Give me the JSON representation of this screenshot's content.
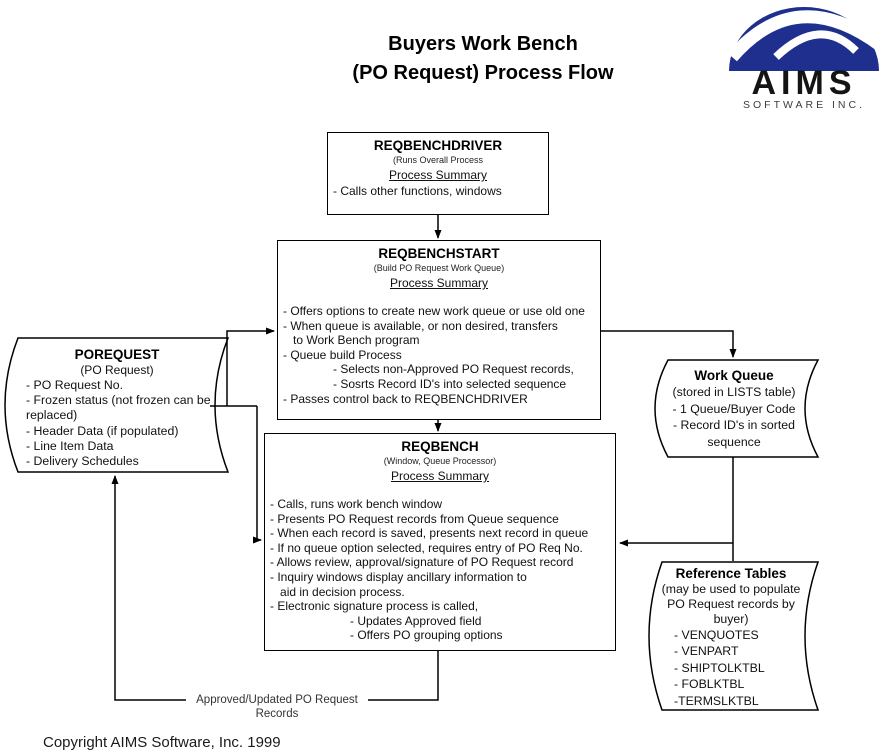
{
  "title": {
    "line1": "Buyers Work Bench",
    "line2": "(PO Request) Process Flow"
  },
  "logo": {
    "word": "AIMS",
    "tagline": "SOFTWARE INC.",
    "brand_color": "#1E2F8E"
  },
  "boxes": {
    "reqbenchdriver": {
      "title": "REQBENCHDRIVER",
      "subtitle": "(Runs Overall Process",
      "summary_label": "Process Summary",
      "lines": [
        "- Calls other functions, windows"
      ]
    },
    "reqbenchstart": {
      "title": "REQBENCHSTART",
      "subtitle": "(Build PO Request Work Queue)",
      "summary_label": "Process Summary",
      "lines": [
        "- Offers options to create new work queue or use old one",
        "- When queue is available, or non desired, transfers",
        "   to Work Bench program",
        "- Queue build Process",
        "               - Selects non-Approved PO Request records,",
        "               - Sosrts Record ID's into selected sequence",
        "- Passes control back to REQBENCHDRIVER"
      ]
    },
    "reqbench": {
      "title": "REQBENCH",
      "subtitle": "(Window, Queue Processor)",
      "summary_label": "Process Summary",
      "lines": [
        "- Calls, runs work bench window",
        "- Presents PO Request records from Queue sequence",
        "- When each record is saved, presents next record in queue",
        "- If no queue option selected, requires entry of PO Req No.",
        "- Allows review, approval/signature of PO Request record",
        "- Inquiry windows display ancillary information to",
        "   aid in decision process.",
        "- Electronic signature process is called,",
        "                        - Updates Approved field",
        "                        - Offers PO grouping options"
      ]
    },
    "porequest": {
      "title": "POREQUEST",
      "subtitle": "(PO Request)",
      "lines": [
        "- PO Request No.",
        "- Frozen status (not frozen can be",
        "replaced)",
        "- Header Data (if populated)",
        "- Line Item Data",
        "- Delivery Schedules"
      ]
    },
    "work_queue": {
      "title": "Work Queue",
      "lines": [
        "(stored in LISTS table)",
        "- 1 Queue/Buyer Code",
        "- Record ID's in sorted",
        "sequence"
      ]
    },
    "reference_tables": {
      "title": "Reference Tables",
      "subtitle_lines": [
        "(may be used to populate",
        "PO Request records by",
        "buyer)"
      ],
      "lines": [
        "- VENQUOTES",
        "- VENPART",
        "- SHIPTOLKTBL",
        "- FOBLKTBL",
        "-TERMSLKTBL"
      ]
    }
  },
  "labels": {
    "feedback": "Approved/Updated PO Request Records"
  },
  "footer": {
    "copyright": "Copyright AIMS Software, Inc. 1999"
  }
}
